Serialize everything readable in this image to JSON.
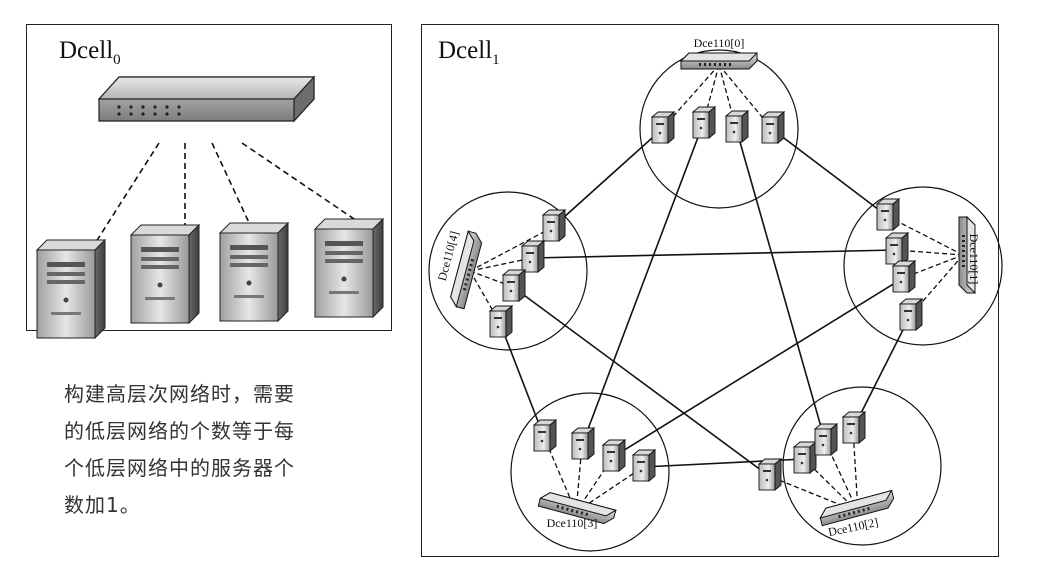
{
  "dcell0": {
    "title": "Dcell",
    "subscript": "0"
  },
  "dcell1": {
    "title": "Dcell",
    "subscript": "1",
    "cells": [
      {
        "label": "Dce110[0]"
      },
      {
        "label": "Dce110[1]"
      },
      {
        "label": "Dce110[2]"
      },
      {
        "label": "Dce110[3]"
      },
      {
        "label": "Dce110[4]"
      }
    ]
  },
  "caption": {
    "lines": [
      "构建高层次网络时，需要",
      "的低层网络的个数等于每",
      "个低层网络中的服务器个",
      "数加1。"
    ]
  },
  "colors": {
    "border": "#222222",
    "switch_body": "#9a9a9a",
    "server_body": "#8c8c8c",
    "caption_text": "#333333"
  },
  "icons": [
    "switch-icon",
    "server-icon"
  ]
}
